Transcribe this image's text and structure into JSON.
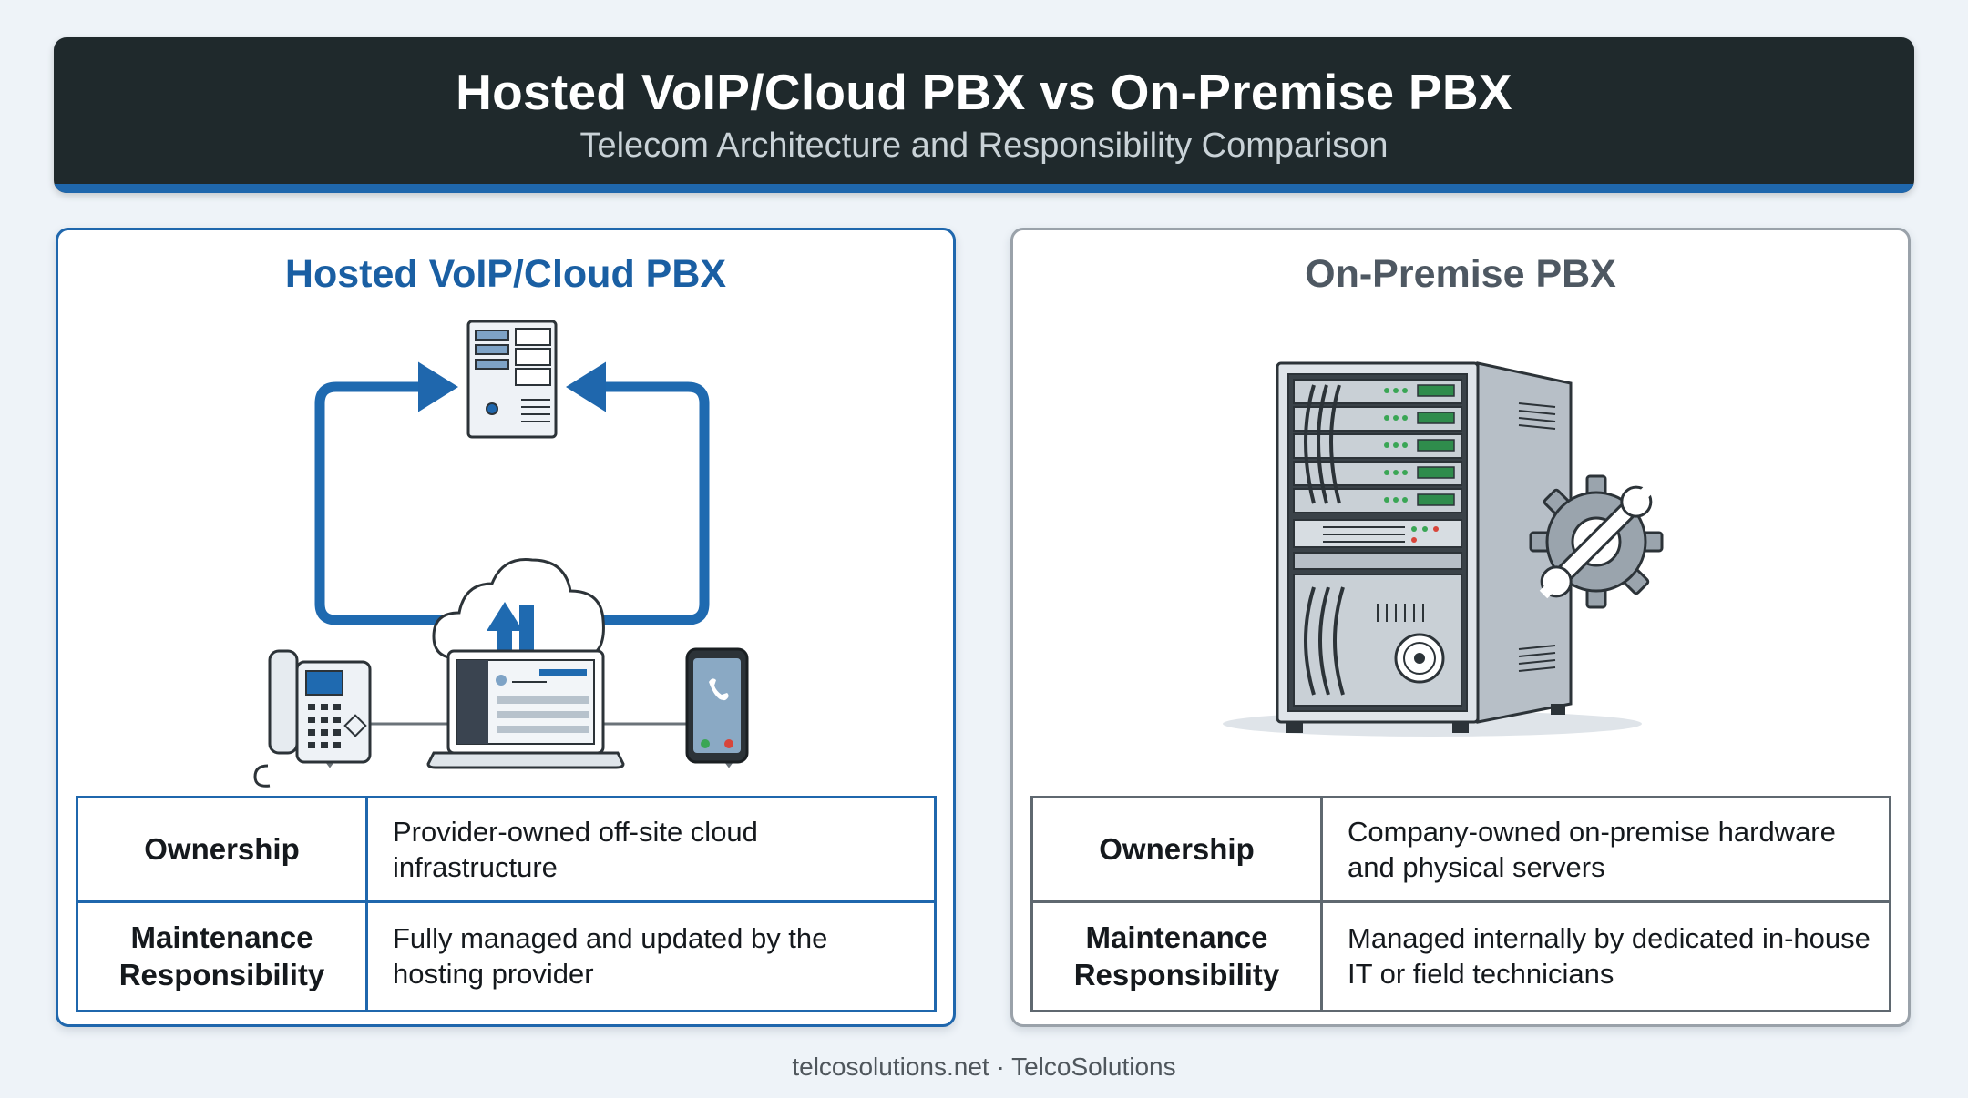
{
  "header": {
    "title": "Hosted VoIP/Cloud PBX vs On-Premise PBX",
    "subtitle": "Telecom Architecture and Responsibility Comparison"
  },
  "panels": [
    {
      "title": "Hosted VoIP/Cloud PBX",
      "rows": [
        {
          "key": "Ownership",
          "value": "Provider-owned off-site cloud infrastructure"
        },
        {
          "key": "Maintenance Responsibility",
          "value": "Fully managed and updated by the hosting provider"
        }
      ]
    },
    {
      "title": "On-Premise PBX",
      "rows": [
        {
          "key": "Ownership",
          "value": "Company-owned on-premise hardware and physical servers"
        },
        {
          "key": "Maintenance Responsibility",
          "value": "Managed internally by dedicated in-house IT or field technicians"
        }
      ]
    }
  ],
  "icons": {
    "cloud_diagram": [
      "server-icon",
      "cloud-icon",
      "desk-phone-icon",
      "laptop-icon",
      "smartphone-icon"
    ],
    "premise_diagram": [
      "server-rack-icon",
      "gear-wrench-icon"
    ]
  },
  "colors": {
    "banner": "#1f292c",
    "accent_blue": "#1f67ad",
    "cloud_title": "#1a5fa3",
    "premise_title": "#4e5862",
    "background": "#eef3f8"
  },
  "footer": "telcosolutions.net · TelcoSolutions"
}
